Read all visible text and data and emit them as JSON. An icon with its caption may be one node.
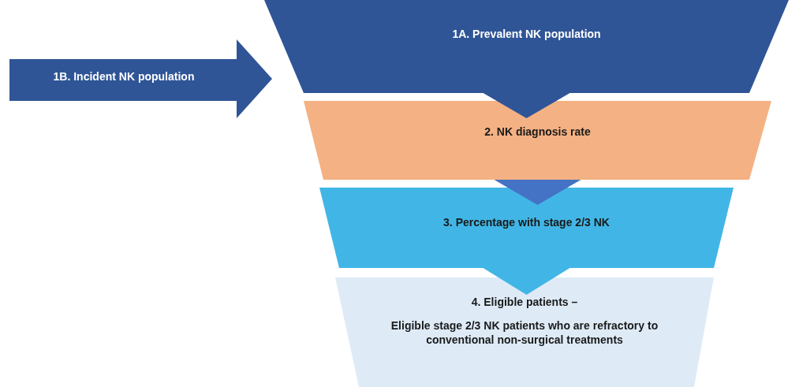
{
  "diagram": {
    "nodes": [
      {
        "text": [
          "1B. Incident NK population"
        ]
      },
      {
        "text": [
          "1A. Prevalent NK population"
        ]
      },
      {
        "text": [
          "2. NK diagnosis rate"
        ]
      },
      {
        "text": [
          "3. Percentage with stage 2/3 NK"
        ]
      },
      {
        "text": [
          "4.  Eligible patients –",
          "Eligible stage 2/3 NK patients who are refractory to conventional non-surgical treatments"
        ]
      }
    ],
    "edges": [
      {
        "from": 1,
        "to": 2,
        "arrow": "to",
        "color": "#2f5597"
      },
      {
        "from": 2,
        "to": 3,
        "arrow": "to",
        "color": "#4472c4"
      },
      {
        "from": 3,
        "to": 4,
        "arrow": "to",
        "color": "#41b6e6"
      }
    ]
  }
}
